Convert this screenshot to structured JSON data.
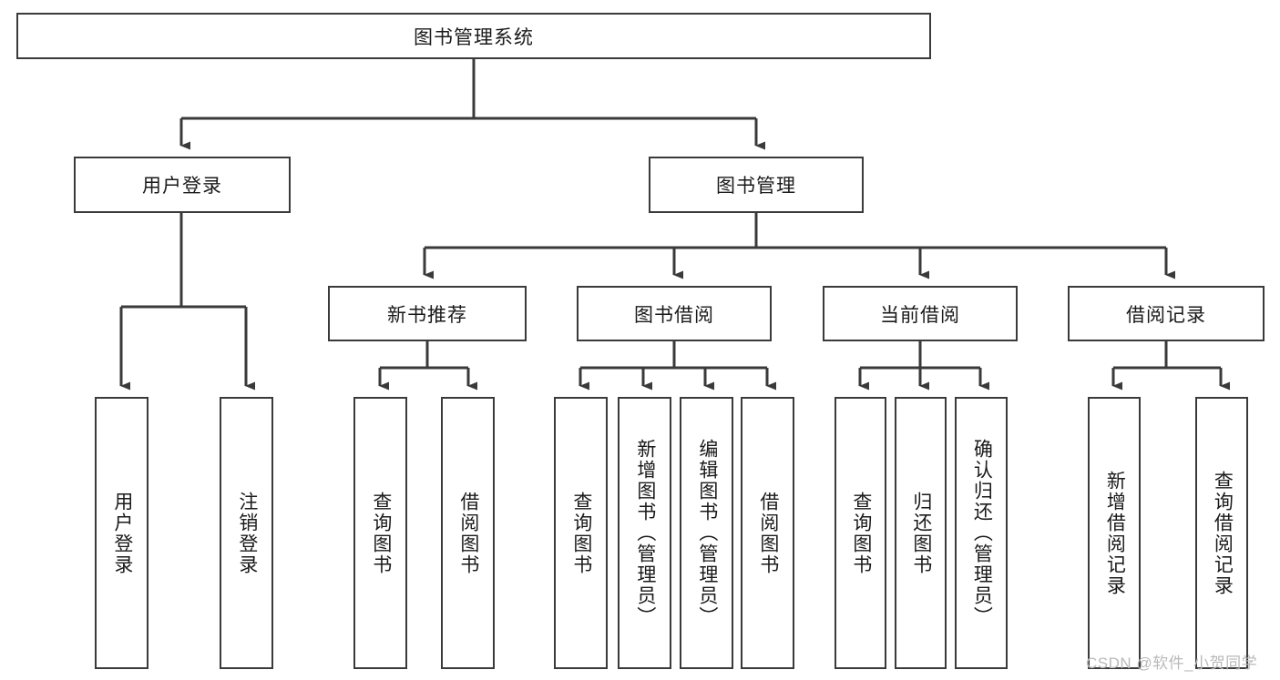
{
  "diagram": {
    "type": "tree",
    "title": "图书管理系统",
    "orientation": "top-down",
    "line_color": "#3a3a3a",
    "box_fill": "#ffffff",
    "box_border": "#3a3a3a",
    "root": {
      "label": "图书管理系统"
    },
    "level2": [
      {
        "label": "用户登录"
      },
      {
        "label": "图书管理"
      }
    ],
    "level3": [
      {
        "label": "新书推荐"
      },
      {
        "label": "图书借阅"
      },
      {
        "label": "当前借阅"
      },
      {
        "label": "借阅记录"
      }
    ],
    "leaves": {
      "user_login": [
        {
          "label": "用户登录"
        },
        {
          "label": "注销登录"
        }
      ],
      "new_book_recommend": [
        {
          "label": "查询图书"
        },
        {
          "label": "借阅图书"
        }
      ],
      "book_borrow": [
        {
          "label": "查询图书"
        },
        {
          "label": "新增图书（管理员）"
        },
        {
          "label": "编辑图书（管理员）"
        },
        {
          "label": "借阅图书"
        }
      ],
      "current_borrow": [
        {
          "label": "查询图书"
        },
        {
          "label": "归还图书"
        },
        {
          "label": "确认归还（管理员）"
        }
      ],
      "borrow_record": [
        {
          "label": "新增借阅记录"
        },
        {
          "label": "查询借阅记录"
        }
      ]
    }
  },
  "watermark": {
    "text": "CSDN @软件_小贺同学"
  }
}
